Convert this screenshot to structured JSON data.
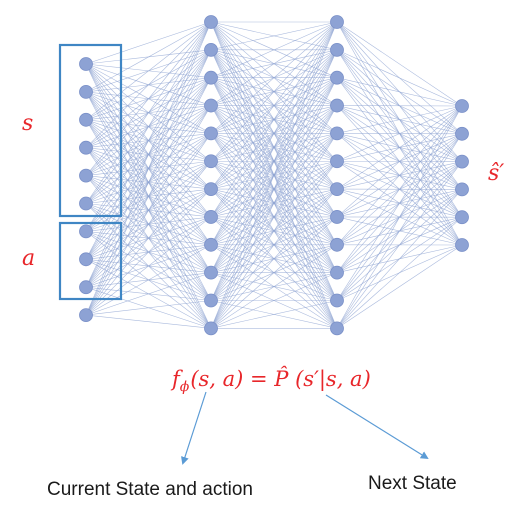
{
  "network": {
    "layers": [
      {
        "name": "input",
        "count": 10
      },
      {
        "name": "hidden-1",
        "count": 12
      },
      {
        "name": "hidden-2",
        "count": 12
      },
      {
        "name": "output",
        "count": 6
      }
    ]
  },
  "labels": {
    "state": "s",
    "action": "a",
    "output": "ŝ′",
    "formula": "f",
    "formula_sub": "ϕ",
    "formula_rest": "(s, a) = P̂ (s′|s, a)",
    "current": "Current State and action",
    "next": "Next State"
  },
  "colors": {
    "node": "#8da2d4",
    "node_stroke": "#7a90c8",
    "edge": "#8ea3d1",
    "box": "#3f86c4",
    "math": "#e8262a",
    "arrow": "#5b9bd5"
  }
}
